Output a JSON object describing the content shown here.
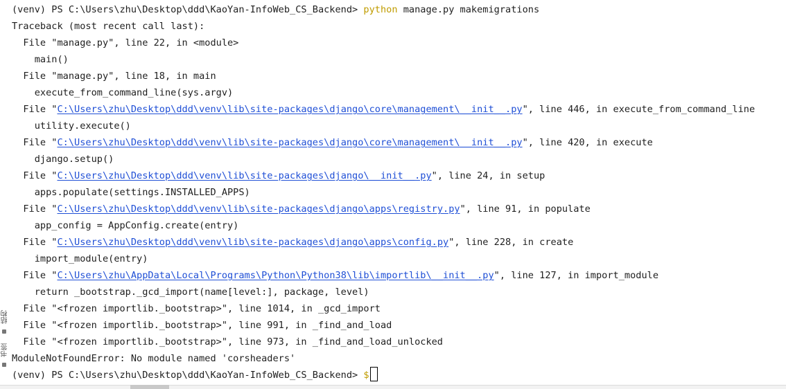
{
  "terminal": {
    "prompt_prefix": "(venv) PS C:\\Users\\zhu\\Desktop\\ddd\\KaoYan-InfoWeb_CS_Backend> ",
    "command_program": "python",
    "command_args": " manage.py makemigrations",
    "traceback_header": "Traceback (most recent call last):",
    "lines": [
      {
        "pre": "  File \"manage.py\", line 22, in <module>",
        "link": "",
        "post": ""
      },
      {
        "pre": "    main()",
        "link": "",
        "post": ""
      },
      {
        "pre": "  File \"manage.py\", line 18, in main",
        "link": "",
        "post": ""
      },
      {
        "pre": "    execute_from_command_line(sys.argv)",
        "link": "",
        "post": ""
      },
      {
        "pre": "  File \"",
        "link": "C:\\Users\\zhu\\Desktop\\ddd\\venv\\lib\\site-packages\\django\\core\\management\\__init__.py",
        "post": "\", line 446, in execute_from_command_line"
      },
      {
        "pre": "    utility.execute()",
        "link": "",
        "post": ""
      },
      {
        "pre": "  File \"",
        "link": "C:\\Users\\zhu\\Desktop\\ddd\\venv\\lib\\site-packages\\django\\core\\management\\__init__.py",
        "post": "\", line 420, in execute"
      },
      {
        "pre": "    django.setup()",
        "link": "",
        "post": ""
      },
      {
        "pre": "  File \"",
        "link": "C:\\Users\\zhu\\Desktop\\ddd\\venv\\lib\\site-packages\\django\\__init__.py",
        "post": "\", line 24, in setup"
      },
      {
        "pre": "    apps.populate(settings.INSTALLED_APPS)",
        "link": "",
        "post": ""
      },
      {
        "pre": "  File \"",
        "link": "C:\\Users\\zhu\\Desktop\\ddd\\venv\\lib\\site-packages\\django\\apps\\registry.py",
        "post": "\", line 91, in populate"
      },
      {
        "pre": "    app_config = AppConfig.create(entry)",
        "link": "",
        "post": ""
      },
      {
        "pre": "  File \"",
        "link": "C:\\Users\\zhu\\Desktop\\ddd\\venv\\lib\\site-packages\\django\\apps\\config.py",
        "post": "\", line 228, in create"
      },
      {
        "pre": "    import_module(entry)",
        "link": "",
        "post": ""
      },
      {
        "pre": "  File \"",
        "link": "C:\\Users\\zhu\\AppData\\Local\\Programs\\Python\\Python38\\lib\\importlib\\__init__.py",
        "post": "\", line 127, in import_module"
      },
      {
        "pre": "    return _bootstrap._gcd_import(name[level:], package, level)",
        "link": "",
        "post": ""
      },
      {
        "pre": "  File \"<frozen importlib._bootstrap>\", line 1014, in _gcd_import",
        "link": "",
        "post": ""
      },
      {
        "pre": "  File \"<frozen importlib._bootstrap>\", line 991, in _find_and_load",
        "link": "",
        "post": ""
      },
      {
        "pre": "  File \"<frozen importlib._bootstrap>\", line 973, in _find_and_load_unlocked",
        "link": "",
        "post": ""
      }
    ],
    "error_line": "ModuleNotFoundError: No module named 'corsheaders'",
    "final_prompt": "(venv) PS C:\\Users\\zhu\\Desktop\\ddd\\KaoYan-InfoWeb_CS_Backend> ",
    "final_input": "$"
  },
  "side_panel": {
    "label_structure": "结构",
    "label_bookmarks": "书签"
  },
  "colors": {
    "background": "#ffffff",
    "text": "#1e1e1e",
    "command": "#c09c00",
    "link": "#1f4fd6"
  }
}
